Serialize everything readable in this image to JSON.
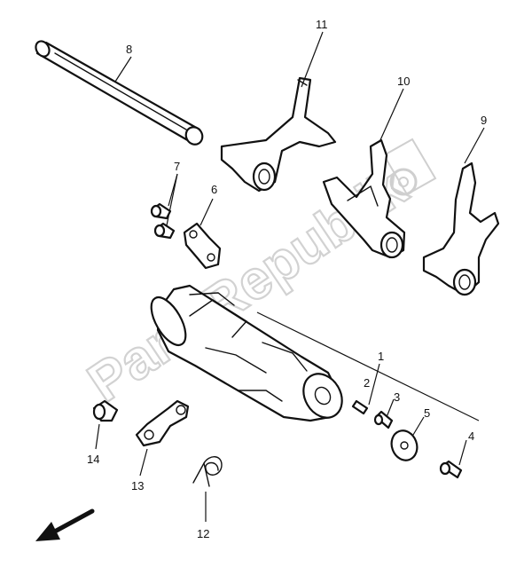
{
  "watermark": {
    "text": "PartsRepublik"
  },
  "callouts": {
    "n1": "1",
    "n2": "2",
    "n3": "3",
    "n4": "4",
    "n5": "5",
    "n6": "6",
    "n7": "7",
    "n8": "8",
    "n9": "9",
    "n10": "10",
    "n11": "11",
    "n12": "12",
    "n13": "13",
    "n14": "14"
  },
  "icons": {
    "direction": "arrow-down-left-icon",
    "gear": "gear-icon"
  }
}
